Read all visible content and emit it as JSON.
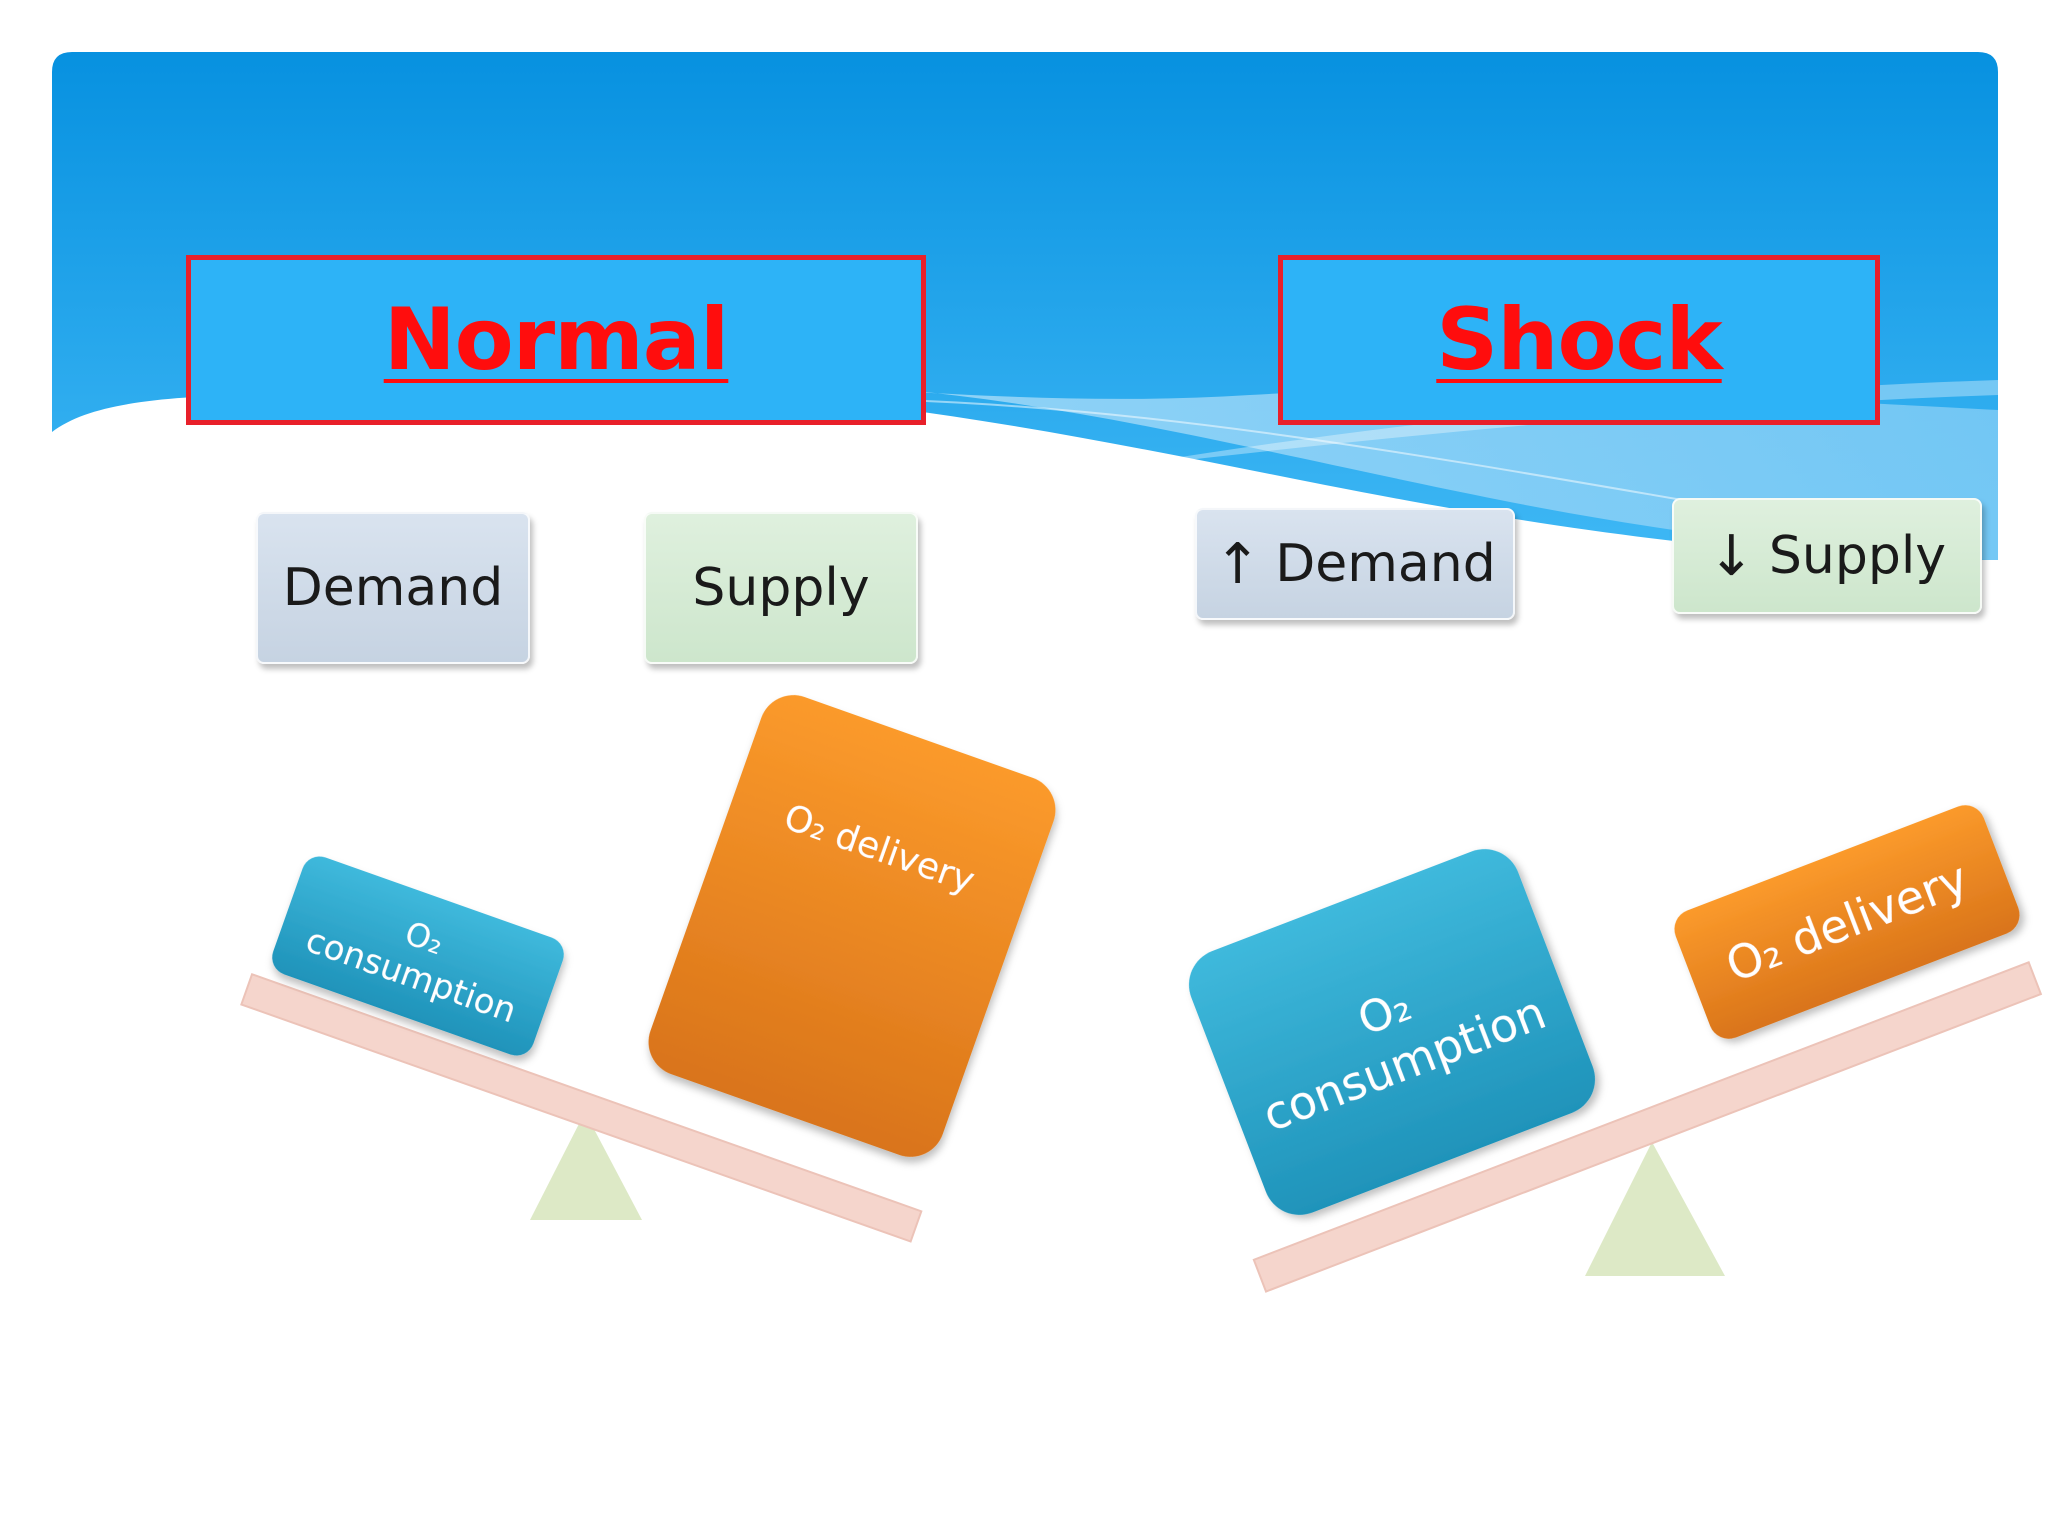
{
  "titles": {
    "normal": "Normal",
    "shock": "Shock"
  },
  "normal": {
    "demand_label": "Demand",
    "supply_label": "Supply",
    "consumption_o2": "O₂",
    "consumption_word": "consumption",
    "delivery_label": "O₂ delivery"
  },
  "shock": {
    "demand_arrow": "↑",
    "demand_label": "Demand",
    "supply_arrow": "↓",
    "supply_label": "Supply",
    "consumption_o2": "O₂",
    "consumption_word": "consumption",
    "delivery_label": "O₂ delivery"
  },
  "colors": {
    "title_text": "#ff0d0d",
    "title_border": "#e8202a",
    "title_fill": "#2db3f7",
    "header_blue": "#0a93e0",
    "consumption_block": "#2aa7cc",
    "delivery_block": "#f08a1e",
    "beam": "#f5d5cc",
    "fulcrum": "#dde9c6"
  }
}
